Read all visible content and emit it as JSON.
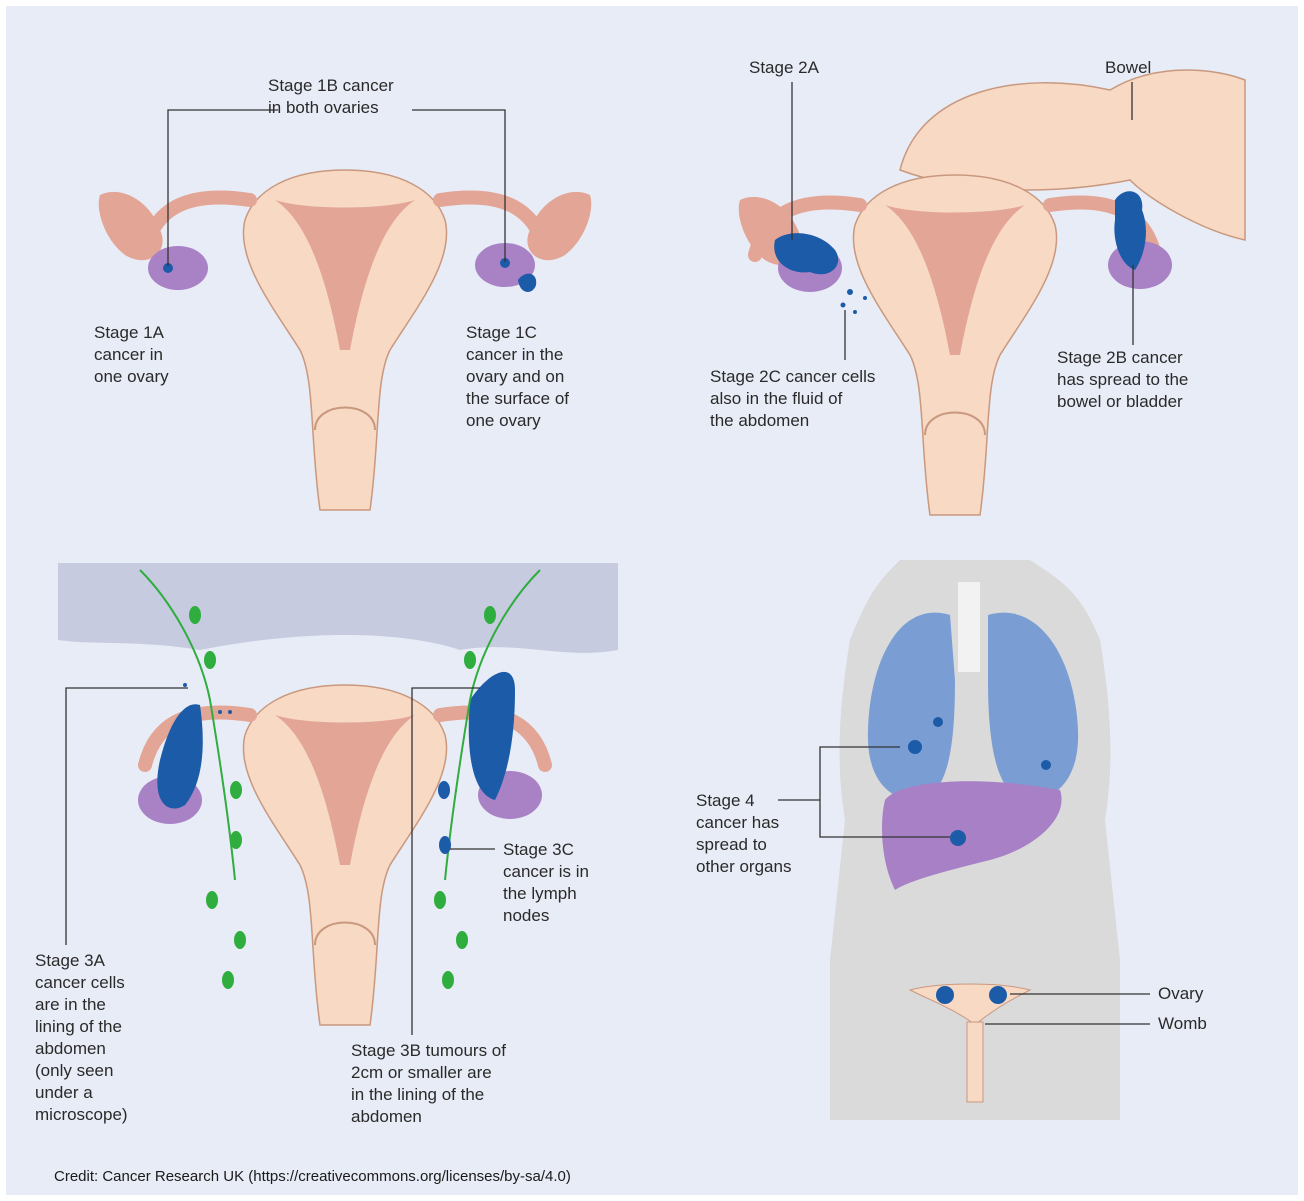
{
  "labels": {
    "stage_1b": "Stage 1B cancer\nin both ovaries",
    "stage_1a": "Stage 1A\ncancer in\none ovary",
    "stage_1c": "Stage 1C\ncancer in the\novary and on\nthe surface of\none ovary",
    "stage_2a": "Stage 2A",
    "bowel": "Bowel",
    "stage_2c": "Stage 2C cancer cells\nalso in the fluid of\nthe abdomen",
    "stage_2b": "Stage 2B cancer\nhas spread to the\nbowel or bladder",
    "stage_3a": "Stage 3A\ncancer cells\nare in the\nlining of the\nabdomen\n(only seen\nunder a\nmicroscope)",
    "stage_3b": "Stage 3B tumours of\n2cm or smaller are\nin the lining of the\nabdomen",
    "stage_3c": "Stage 3C\ncancer is in\nthe lymph\nnodes",
    "stage_4": "Stage 4\ncancer has\nspread to\nother organs",
    "ovary": "Ovary",
    "womb": "Womb"
  },
  "credit": "Credit: Cancer Research UK (https://creativecommons.org/licenses/by-sa/4.0)",
  "colors": {
    "background": "#e8ecf6",
    "tissue": "#f7d9c4",
    "tissue_outline": "#c9987e",
    "lining": "#e3a596",
    "ovary": "#a982c6",
    "tumour": "#1c5ba8",
    "lymph": "#2fad3f",
    "lung": "#7a9ed4",
    "liver": "#a880c6",
    "body": "#dadada"
  }
}
